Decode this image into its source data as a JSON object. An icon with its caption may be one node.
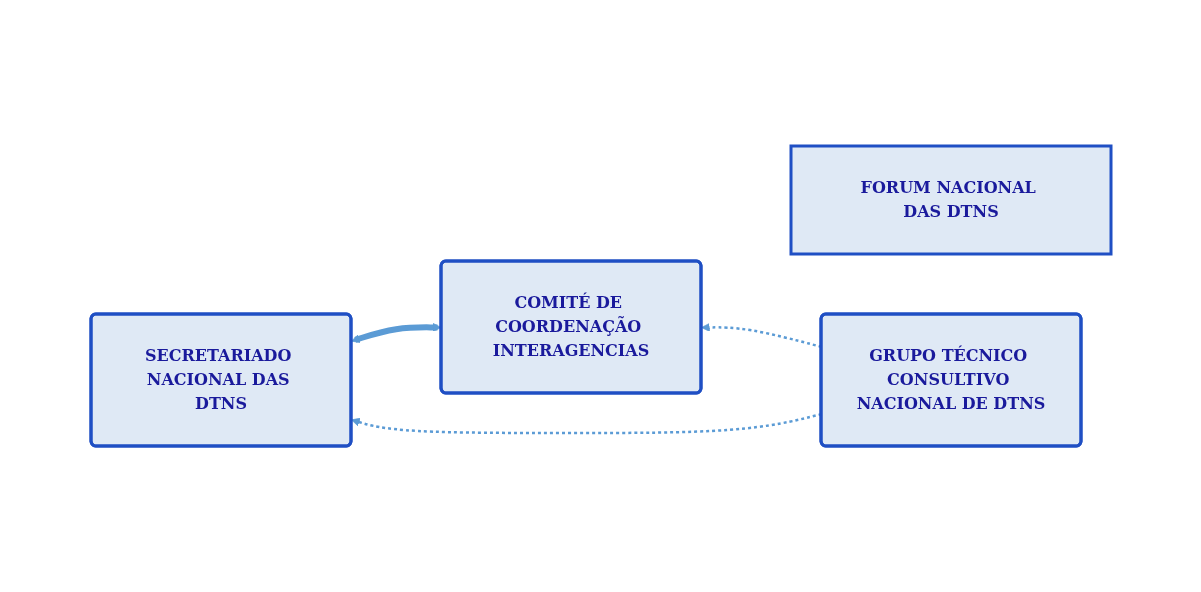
{
  "diagram": {
    "nodes": [
      {
        "text": [
          "FORUM NACIONAL DAS DTNS"
        ]
      },
      {
        "text": [
          "COMITÉ DE COORDENAÇÃO INTERAGENCIAS"
        ]
      },
      {
        "text": [
          "SECRETARIADO NACIONAL DAS DTNS"
        ]
      },
      {
        "text": [
          "GRUPO TÉCNICO CONSULTIVO NACIONAL DE DTNS"
        ]
      }
    ],
    "edges": [
      {
        "from": 1,
        "to": 2,
        "arrow": "both",
        "style": "thick",
        "color": "#5b9bd5"
      },
      {
        "from": 3,
        "to": 1,
        "arrow": "to",
        "style": "dashed"
      },
      {
        "from": 3,
        "to": 2,
        "arrow": "to",
        "style": "dashed"
      }
    ]
  }
}
